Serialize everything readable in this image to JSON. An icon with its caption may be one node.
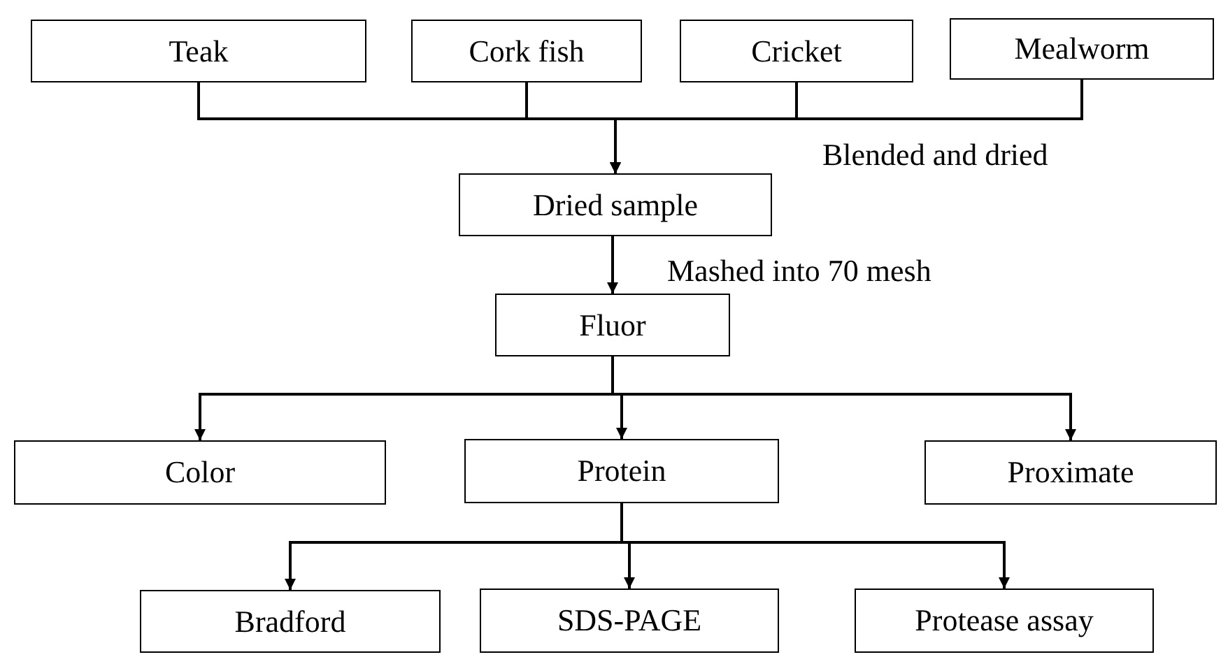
{
  "diagram": {
    "nodes": [
      {
        "text": [
          "Teak"
        ]
      },
      {
        "text": [
          "Cork fish"
        ]
      },
      {
        "text": [
          "Cricket"
        ]
      },
      {
        "text": [
          "Mealworm"
        ]
      },
      {
        "text": [
          "Dried sample"
        ]
      },
      {
        "text": [
          "Fluor"
        ]
      },
      {
        "text": [
          "Color"
        ]
      },
      {
        "text": [
          "Protein"
        ]
      },
      {
        "text": [
          "Proximate"
        ]
      },
      {
        "text": [
          "Bradford"
        ]
      },
      {
        "text": [
          "SDS-PAGE"
        ]
      },
      {
        "text": [
          "Protease assay"
        ]
      }
    ],
    "edges": [
      {
        "from": 0,
        "to": 4,
        "arrow": "to"
      },
      {
        "from": 1,
        "to": 4,
        "arrow": "to"
      },
      {
        "from": 2,
        "to": 4,
        "arrow": "to"
      },
      {
        "from": 3,
        "to": 4,
        "arrow": "to"
      },
      {
        "from": 4,
        "to": 5,
        "arrow": "to"
      },
      {
        "from": 5,
        "to": 6,
        "arrow": "to"
      },
      {
        "from": 5,
        "to": 7,
        "arrow": "to"
      },
      {
        "from": 5,
        "to": 8,
        "arrow": "to"
      },
      {
        "from": 7,
        "to": 9,
        "arrow": "to"
      },
      {
        "from": 7,
        "to": 10,
        "arrow": "to"
      },
      {
        "from": 7,
        "to": 11,
        "arrow": "to"
      }
    ],
    "labels": [
      "Blended and dried",
      "Mashed into 70 mesh"
    ]
  }
}
